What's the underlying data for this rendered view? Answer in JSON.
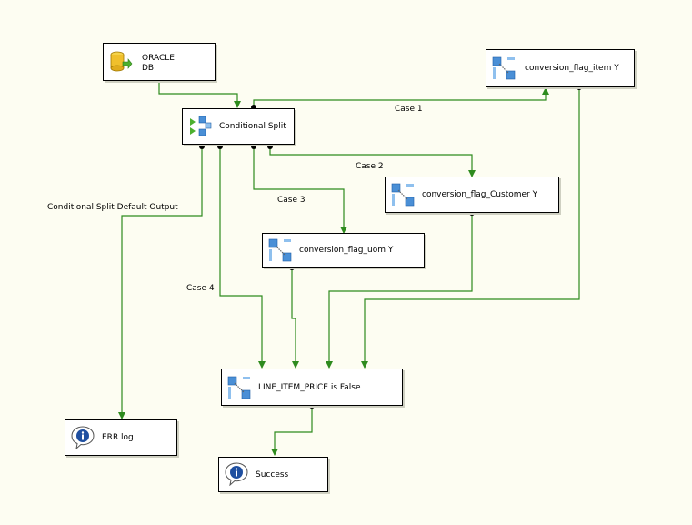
{
  "nodes": {
    "oracle": {
      "line1": "ORACLE",
      "line2": "DB"
    },
    "split": {
      "label": "Conditional Split"
    },
    "flag_item": {
      "label": "conversion_flag_item Y"
    },
    "flag_customer": {
      "label": "conversion_flag_Customer Y"
    },
    "flag_uom": {
      "label": "conversion_flag_uom Y"
    },
    "line_price": {
      "label": "LINE_ITEM_PRICE is False"
    },
    "err_log": {
      "label": "ERR log"
    },
    "success": {
      "label": "Success"
    }
  },
  "edges": {
    "case1": "Case 1",
    "case2": "Case 2",
    "case3": "Case 3",
    "case4": "Case 4",
    "default": "Conditional Split Default Output"
  },
  "colors": {
    "connector": "#2e8b1e",
    "background": "#fdfdf2",
    "node_border": "#000000"
  }
}
